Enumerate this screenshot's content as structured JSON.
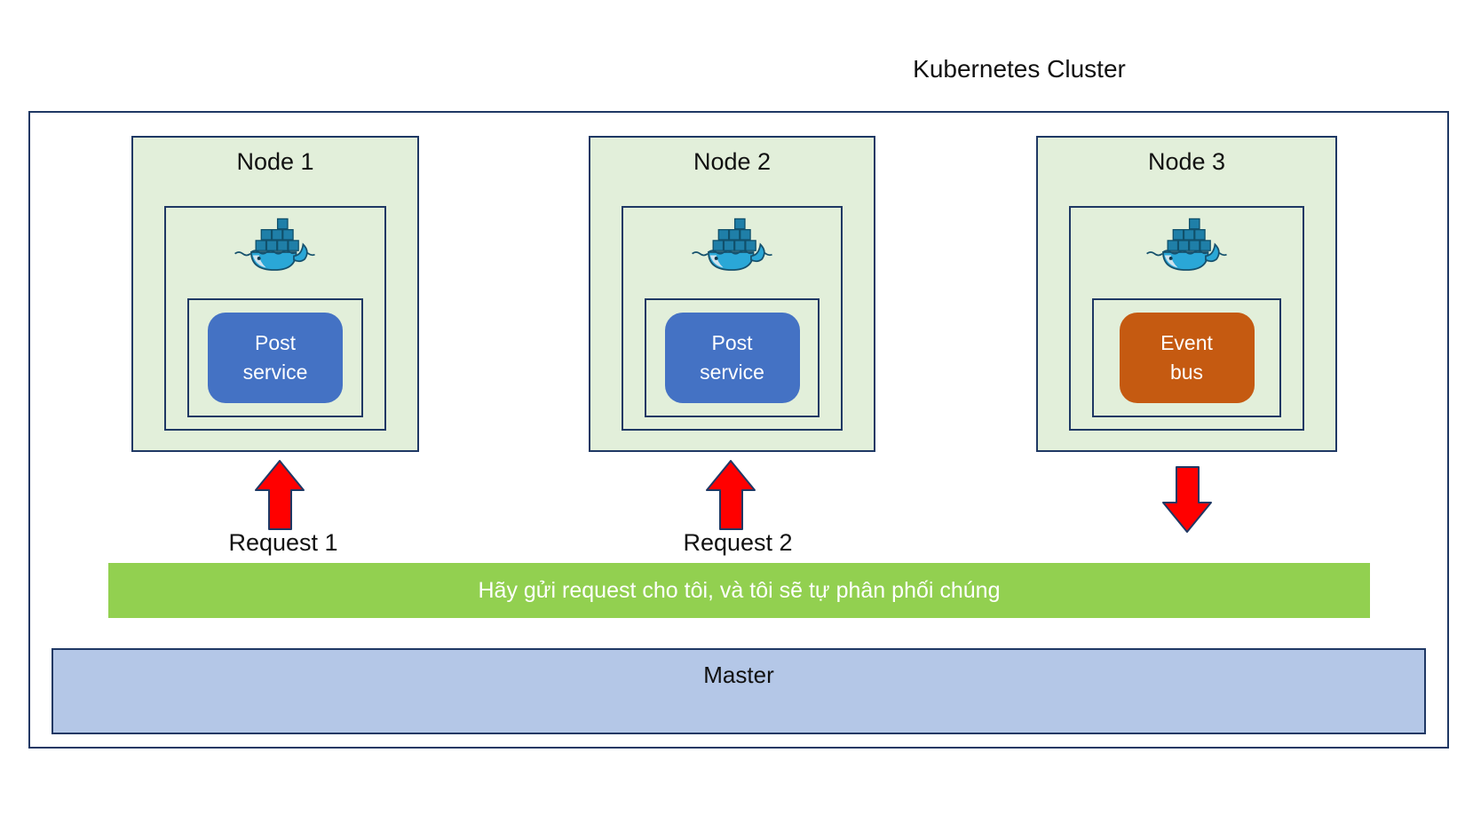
{
  "title": "Kubernetes Cluster",
  "nodes": [
    {
      "label": "Node 1",
      "service": {
        "line1": "Post",
        "line2": "service"
      },
      "arrow_direction": "up",
      "request_label": "Request 1"
    },
    {
      "label": "Node 2",
      "service": {
        "line1": "Post",
        "line2": "service"
      },
      "arrow_direction": "up",
      "request_label": "Request 2"
    },
    {
      "label": "Node 3",
      "service": {
        "line1": "Event",
        "line2": "bus"
      },
      "arrow_direction": "down",
      "request_label": ""
    }
  ],
  "banner": {
    "text": "Hãy gửi request cho tôi, và tôi sẽ tự phân phối chúng"
  },
  "master": {
    "label": "Master"
  },
  "icons": {
    "docker_whale": "docker-whale-icon"
  },
  "colors": {
    "navy": "#1f3864",
    "node-fill": "#e2efda",
    "service-blue": "#4472c4",
    "event-orange": "#c55a11",
    "banner-green": "#92d050",
    "master-blue": "#b4c7e7",
    "arrow-red": "#ff0000",
    "whale-blue": "#2aa7d7",
    "container-teal": "#1f7fa8"
  }
}
